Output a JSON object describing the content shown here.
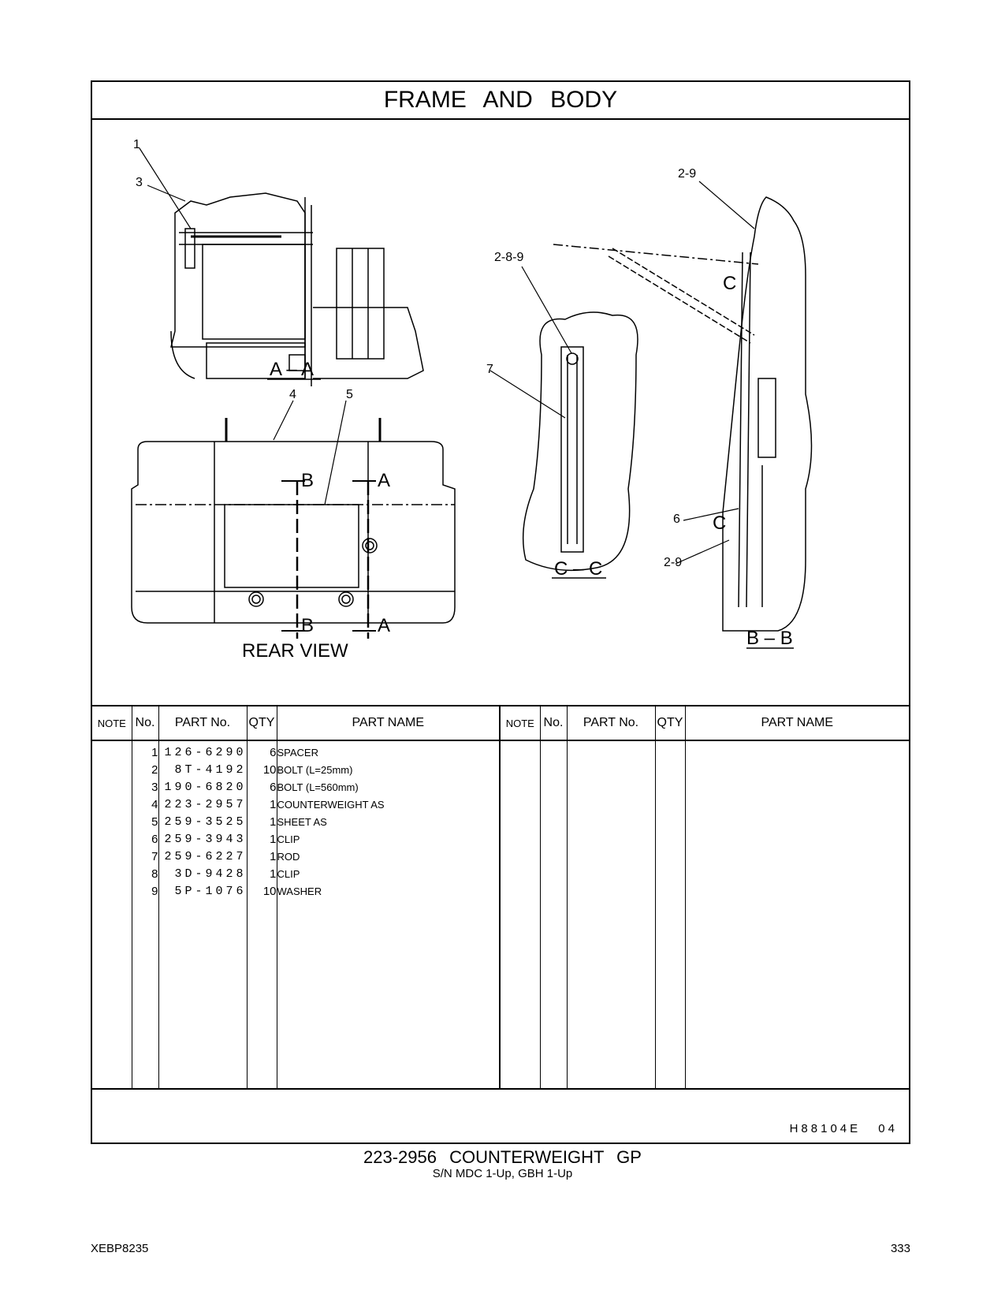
{
  "page": {
    "title": "FRAME AND BODY",
    "doc_id": "XEBP8235",
    "page_number": "333"
  },
  "drawing": {
    "views": {
      "aa": "A – A",
      "cc": "C – C",
      "bb": "B – B",
      "rear": "REAR  VIEW"
    },
    "callouts": {
      "c1": "1",
      "c3": "3",
      "c4": "4",
      "c5": "5",
      "c7": "7",
      "c289": "2-8-9",
      "c29a": "2-9",
      "c29b": "2-9",
      "c6": "6"
    },
    "section_marks": {
      "b": "B",
      "a": "A",
      "c": "C"
    }
  },
  "table": {
    "headers": {
      "note": "NOTE",
      "no": "No.",
      "part_no": "PART No.",
      "qty": "QTY",
      "part_name": "PART NAME"
    },
    "rows": [
      {
        "no": "1",
        "part_no": "126-6290",
        "qty": "6",
        "name": "SPACER"
      },
      {
        "no": "2",
        "part_no": "8T-4192",
        "qty": "10",
        "name": "BOLT (L=25mm)"
      },
      {
        "no": "3",
        "part_no": "190-6820",
        "qty": "6",
        "name": "BOLT (L=560mm)"
      },
      {
        "no": "4",
        "part_no": "223-2957",
        "qty": "1",
        "name": "COUNTERWEIGHT  AS"
      },
      {
        "no": "5",
        "part_no": "259-3525",
        "qty": "1",
        "name": "SHEET  AS"
      },
      {
        "no": "6",
        "part_no": "259-3943",
        "qty": "1",
        "name": "CLIP"
      },
      {
        "no": "7",
        "part_no": "259-6227",
        "qty": "1",
        "name": "ROD"
      },
      {
        "no": "8",
        "part_no": "3D-9428",
        "qty": "1",
        "name": "CLIP"
      },
      {
        "no": "9",
        "part_no": "5P-1076",
        "qty": "10",
        "name": "WASHER"
      }
    ]
  },
  "footer": {
    "drawing_code": "H88104E  04",
    "group_title": "223-2956  COUNTERWEIGHT  GP",
    "serial": "S/N MDC 1-Up, GBH 1-Up"
  }
}
